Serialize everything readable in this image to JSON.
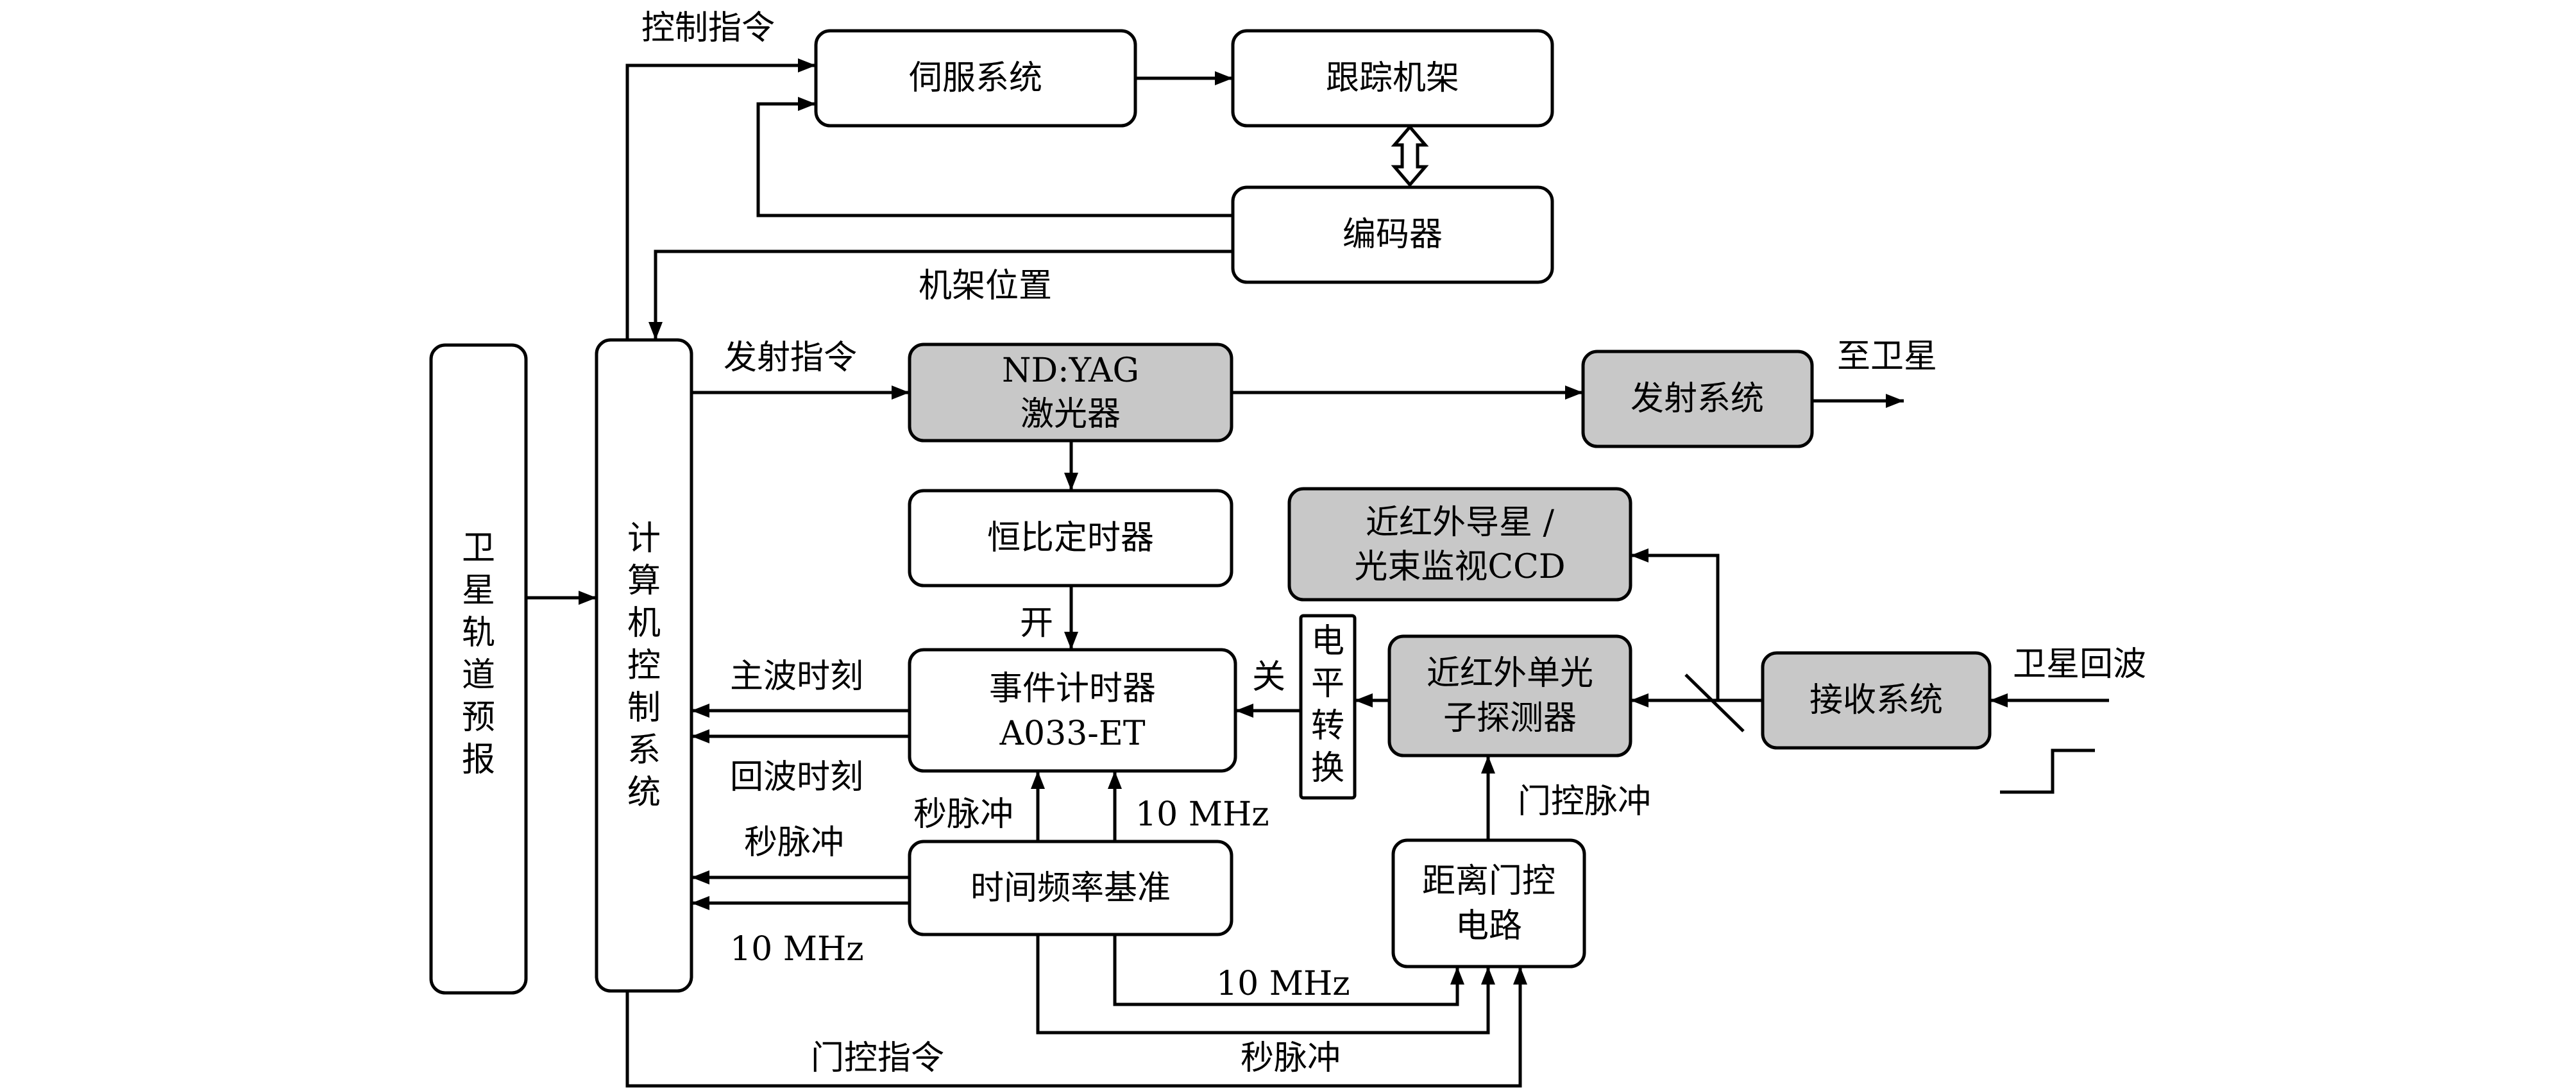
{
  "blocks": {
    "orbit_forecast": [
      "卫",
      "星",
      "轨",
      "道",
      "预",
      "报"
    ],
    "computer_control": [
      "计",
      "算",
      "机",
      "控",
      "制",
      "系",
      "统"
    ],
    "servo": "伺服系统",
    "tracking_mount": "跟踪机架",
    "encoder": "编码器",
    "laser": [
      "ND:YAG",
      "激光器"
    ],
    "transmit_system": "发射系统",
    "cfd": "恒比定时器",
    "event_timer": [
      "事件计时器",
      "A033-ET"
    ],
    "time_freq_ref": "时间频率基准",
    "nir_ccd": [
      "近红外导星 /",
      "光束监视CCD"
    ],
    "nir_spad": [
      "近红外单光",
      "子探测器"
    ],
    "receive_system": "接收系统",
    "level_conv": [
      "电",
      "平",
      "转",
      "换"
    ],
    "range_gate": [
      "距离门控",
      "电路"
    ]
  },
  "labels": {
    "control_cmd": "控制指令",
    "mount_position": "机架位置",
    "fire_cmd": "发射指令",
    "to_satellite": "至卫星",
    "open": "开",
    "close": "关",
    "main_pulse_time": "主波时刻",
    "echo_time": "回波时刻",
    "pps_left": "秒脉冲",
    "mhz_left": "10 MHz",
    "pps_up": "秒脉冲",
    "mhz_up": "10 MHz",
    "gate_pulse": "门控脉冲",
    "satellite_echo": "卫星回波",
    "mhz_bottom": "10 MHz",
    "gate_cmd": "门控指令",
    "pps_bottom": "秒脉冲"
  }
}
